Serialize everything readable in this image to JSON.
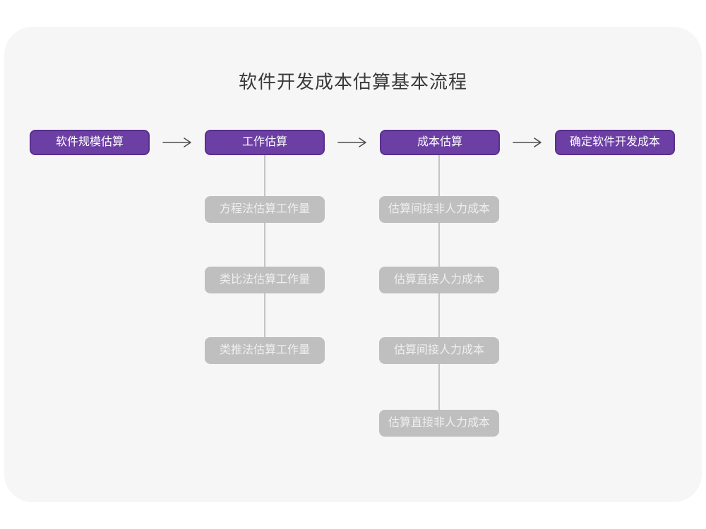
{
  "title": "软件开发成本估算基本流程",
  "flow": {
    "steps": [
      {
        "label": "软件规模估算"
      },
      {
        "label": "工作估算"
      },
      {
        "label": "成本估算"
      },
      {
        "label": "确定软件开发成本"
      }
    ],
    "arrow_icon": "right-arrow"
  },
  "work_column": {
    "parent": "工作估算",
    "items": [
      "方程法估算工作量",
      "类比法估算工作量",
      "类推法估算工作量"
    ]
  },
  "cost_column": {
    "parent": "成本估算",
    "items": [
      "估算间接非人力成本",
      "估算直接人力成本",
      "估算间接人力成本",
      "估算直接非人力成本"
    ]
  },
  "colors": {
    "primary_purple": "#6C3FA4",
    "purple_border": "#5A2E8E",
    "gray_box": "#BFBFBF",
    "gray_box_text": "#EFEFEF",
    "card_background": "#F6F6F7",
    "page_background": "#FFFFFF",
    "title_text": "#3A3A3A",
    "connector_line": "#C4C4C4",
    "arrow": "#4D4D4D"
  }
}
